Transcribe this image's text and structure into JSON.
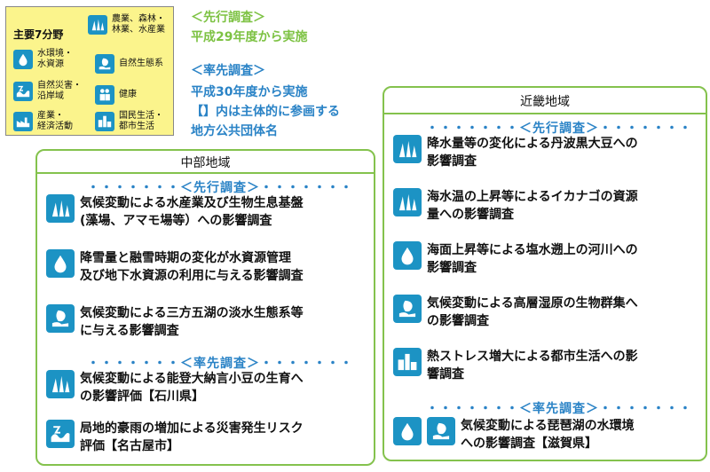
{
  "legend": {
    "title": "主要7分野",
    "items": [
      {
        "label": "農業、森林・\n林業、水産業",
        "icon": "agriculture-icon"
      },
      {
        "label": "水環境・\n水資源",
        "icon": "water-drop-icon"
      },
      {
        "label": "自然生態系",
        "icon": "leaf-hand-icon"
      },
      {
        "label": "自然災害・\n沿岸域",
        "icon": "wave-disaster-icon"
      },
      {
        "label": "健康",
        "icon": "people-icon"
      },
      {
        "label": "産業・\n経済活動",
        "icon": "factory-icon"
      },
      {
        "label": "国民生活・\n都市生活",
        "icon": "city-icon"
      }
    ]
  },
  "notes": {
    "advance_head": "＜先行調査＞",
    "advance_body": "平成29年度から実施",
    "lead_head": "＜率先調査＞",
    "lead_body": "平成30年度から実施",
    "lead_note1": "【】内は主体的に参画する",
    "lead_note2": "地方公共団体名"
  },
  "chubu": {
    "title": "中部地域",
    "advance_head": "・・・・・・・＜先行調査＞・・・・・・・",
    "lead_head": "・・・・・・・＜率先調査＞・・・・・・・",
    "items": [
      {
        "text": "気候変動による水産業及び生物生息基盤\n(藻場、アマモ場等）への影響調査",
        "icon": "agriculture-icon"
      },
      {
        "text": "降雪量と融雪時期の変化が水資源管理\n及び地下水資源の利用に与える影響調査",
        "icon": "water-drop-icon"
      },
      {
        "text": "気候変動による三方五湖の淡水生態系等\nに与える影響調査",
        "icon": "leaf-hand-icon"
      },
      {
        "text": "気候変動による能登大納言小豆の生育へ\nの影響評価【石川県】",
        "icon": "agriculture-icon"
      },
      {
        "text": "局地的豪雨の増加による災害発生リスク\n評価【名古屋市】",
        "icon": "wave-disaster-icon"
      }
    ]
  },
  "kinki": {
    "title": "近畿地域",
    "advance_head": "・・・・・・・＜先行調査＞・・・・・・・",
    "lead_head": "・・・・・・・＜率先調査＞・・・・・・・",
    "items": [
      {
        "text": "降水量等の変化による丹波黒大豆への\n影響調査",
        "icon": "agriculture-icon"
      },
      {
        "text": "海水温の上昇等によるイカナゴの資源\n量への影響調査",
        "icon": "agriculture-icon"
      },
      {
        "text": "海面上昇等による塩水遡上の河川への\n影響調査",
        "icon": "water-drop-icon"
      },
      {
        "text": "気候変動による高層湿原の生物群集へ\nの影響調査",
        "icon": "leaf-hand-icon"
      },
      {
        "text": "熱ストレス増大による都市生活への影\n響調査",
        "icon": "city-icon"
      },
      {
        "text": "気候変動による琵琶湖の水環境\nへの影響調査【滋賀県】",
        "icon": "water-drop-icon"
      }
    ]
  },
  "colors": {
    "icon_bg": "#1c93c4",
    "green": "#7dc243",
    "blue": "#2a83c6",
    "legend_bg": "#fbf48c",
    "border": "#84c24d"
  }
}
